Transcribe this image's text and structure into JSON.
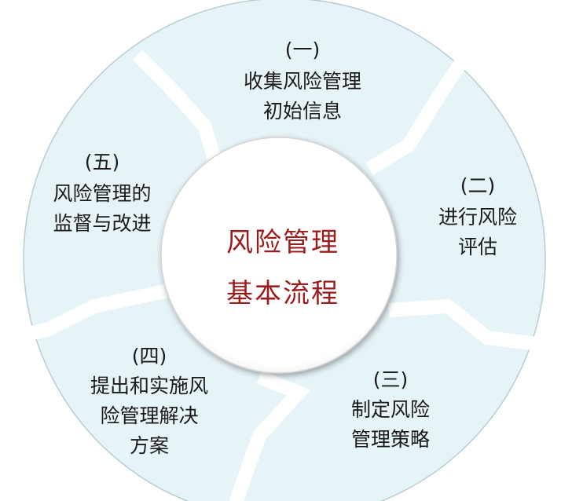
{
  "colors": {
    "segment_fill": "#e6f3f7",
    "segment_stroke": "#b9ccd4",
    "gap": "#ffffff",
    "center_fill": "#ffffff",
    "text": "#1a1a1a",
    "center_text": "#9b1c1c"
  },
  "center": {
    "line1": "风险管理",
    "line2": "基本流程"
  },
  "steps": [
    {
      "num": "(一)",
      "lines": [
        "收集风险管理",
        "初始信息"
      ]
    },
    {
      "num": "(二)",
      "lines": [
        "进行风险",
        "评估"
      ]
    },
    {
      "num": "(三)",
      "lines": [
        "制定风险",
        "管理策略"
      ]
    },
    {
      "num": "(四)",
      "lines": [
        "提出和实施风",
        "险管理解决",
        "方案"
      ]
    },
    {
      "num": "(五)",
      "lines": [
        "风险管理的",
        "监督与改进"
      ]
    }
  ]
}
